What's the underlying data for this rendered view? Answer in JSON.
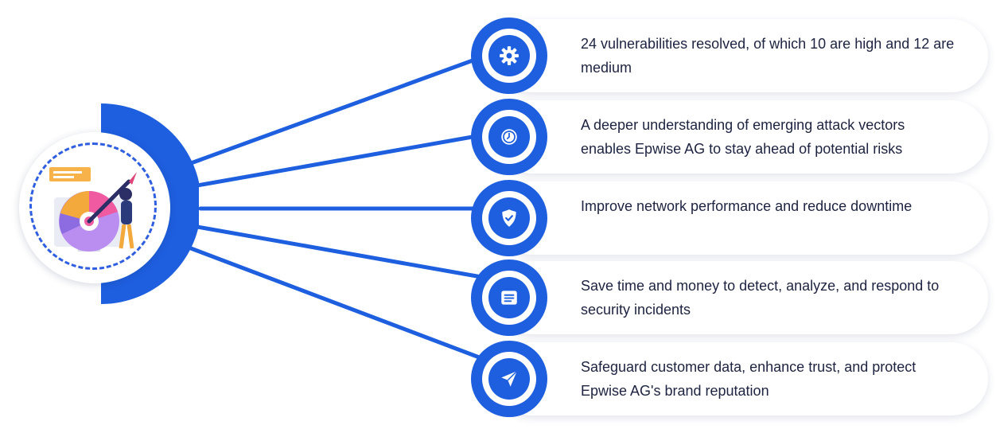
{
  "diagram": {
    "hub": {
      "illustration": "security-dashboard-illustration"
    },
    "items": [
      {
        "icon": "gear-icon",
        "text": "24 vulnerabilities resolved, of which 10 are high and 12 are medium"
      },
      {
        "icon": "clock-icon",
        "text": "A deeper understanding of emerging attack vectors enables Epwise AG to stay ahead of potential risks"
      },
      {
        "icon": "shield-check-icon",
        "text": "Improve network performance and reduce downtime"
      },
      {
        "icon": "document-icon",
        "text": "Save time and money to detect, analyze, and respond to security incidents"
      },
      {
        "icon": "send-icon",
        "text": "Safeguard customer data, enhance trust, and protect Epwise AG's brand reputation"
      }
    ],
    "colors": {
      "accent": "#1e5fe0",
      "text": "#1d2340",
      "card": "#ffffff"
    }
  }
}
